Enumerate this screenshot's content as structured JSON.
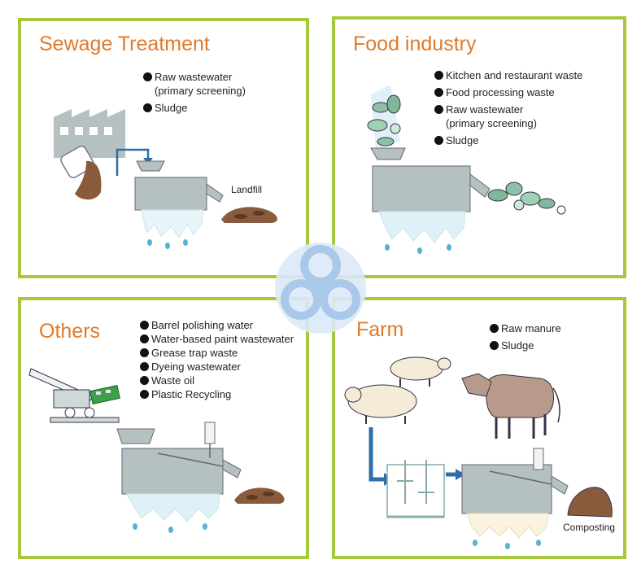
{
  "colors": {
    "panel_border": "#a8c83c",
    "title": "#e07a2a",
    "machine_gray": "#b5c0c0",
    "water_blue": "#c8e6f0",
    "sludge_brown": "#8a5a3c",
    "arrow_blue": "#2f6ea8",
    "logo_blue": "#a9c8ea"
  },
  "panels": {
    "sewage": {
      "title": "Sewage Treatment",
      "items": [
        "Raw wastewater\n(primary screening)",
        "Sludge"
      ],
      "landfill_label": "Landfill",
      "icons": [
        "factory-icon",
        "bucket-icon",
        "screw-press-icon",
        "landfill-icon"
      ]
    },
    "food": {
      "title": "Food industry",
      "items": [
        "Kitchen and restaurant waste",
        "Food processing waste",
        "Raw wastewater\n(primary screening)",
        "Sludge"
      ],
      "icons": [
        "food-waste-icon",
        "screw-press-icon",
        "vegetable-pile-icon"
      ]
    },
    "others": {
      "title": "Others",
      "items": [
        "Barrel polishing water",
        "Water-based paint wastewater",
        "Grease trap waste",
        "Dyeing wastewater",
        "Waste oil",
        "Plastic Recycling"
      ],
      "icons": [
        "circuit-board-icon",
        "screw-press-icon",
        "landfill-icon"
      ]
    },
    "farm": {
      "title": "Farm",
      "items": [
        "Raw manure",
        "Sludge"
      ],
      "composting_label": "Composting",
      "icons": [
        "pig-icon",
        "cow-icon",
        "mixing-tank-icon",
        "screw-press-icon",
        "compost-pile-icon"
      ]
    }
  }
}
